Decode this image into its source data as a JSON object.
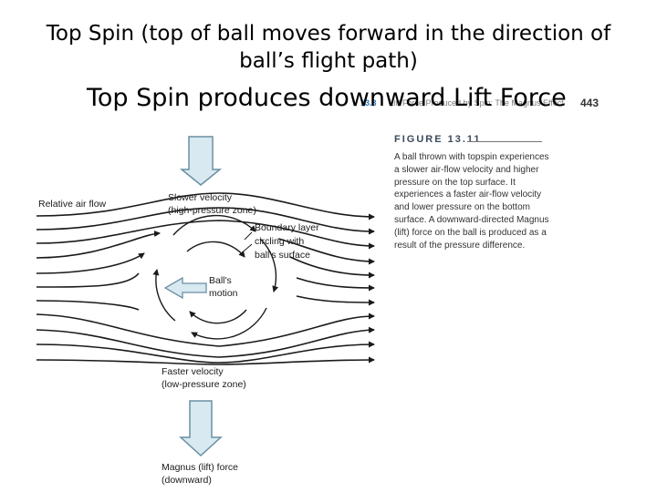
{
  "title": {
    "line1": "Top Spin (top of ball moves forward in the direction of",
    "line2": "ball’s flight path)"
  },
  "subtitle": "Top Spin produces downward Lift Force",
  "book": {
    "page_number": "443",
    "running_head_number": "13.3",
    "running_head_text": "Lift Force Produced by Spin: The Magnus Effect"
  },
  "figure": {
    "label": "FIGURE 13.11",
    "caption": "A ball thrown with topspin experiences a slower air-flow velocity and higher pressure on the top surface. It experiences a faster air-flow velocity and lower pressure on the bottom surface. A downward-directed Magnus (lift) force on the ball is produced as a result of the pressure difference."
  },
  "labels": {
    "relative_air_flow": "Relative air flow",
    "slower_velocity_1": "Slower velocity",
    "slower_velocity_2": "(high-pressure zone)",
    "boundary_1": "Boundary layer",
    "boundary_2": "circling with",
    "boundary_3": "ball's surface",
    "ball_motion_1": "Ball's",
    "ball_motion_2": "motion",
    "faster_velocity_1": "Faster velocity",
    "faster_velocity_2": "(low-pressure zone)",
    "magnus_1": "Magnus (lift) force",
    "magnus_2": "(downward)"
  },
  "colors": {
    "arrow_fill": "#d8e9f1",
    "arrow_stroke": "#6a8fa3",
    "flow_line": "#1a1a1a",
    "accent": "#2a7bbf"
  }
}
